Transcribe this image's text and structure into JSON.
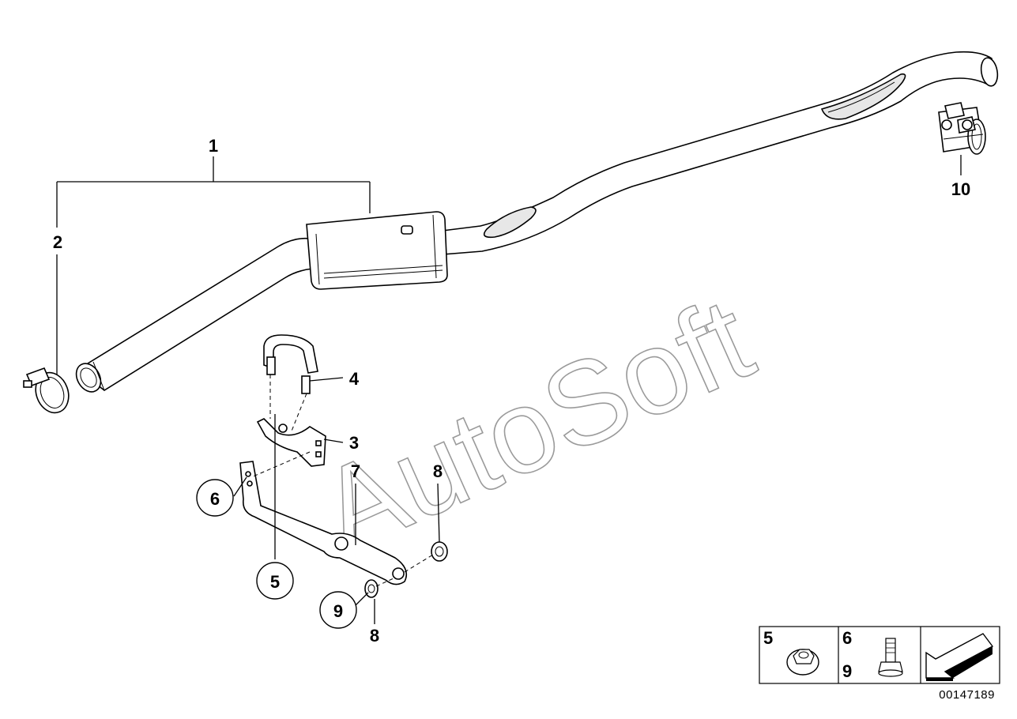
{
  "callouts": {
    "c1": "1",
    "c2": "2",
    "c3": "3",
    "c4": "4",
    "c5": "5",
    "c6": "6",
    "c7": "7",
    "c8a": "8",
    "c8b": "8",
    "c9": "9",
    "c10": "10"
  },
  "legend": {
    "nut_label": "5",
    "bolt_label_top": "6",
    "bolt_label_bottom": "9"
  },
  "watermark": "AutoSoft",
  "reference_number": "00147189"
}
